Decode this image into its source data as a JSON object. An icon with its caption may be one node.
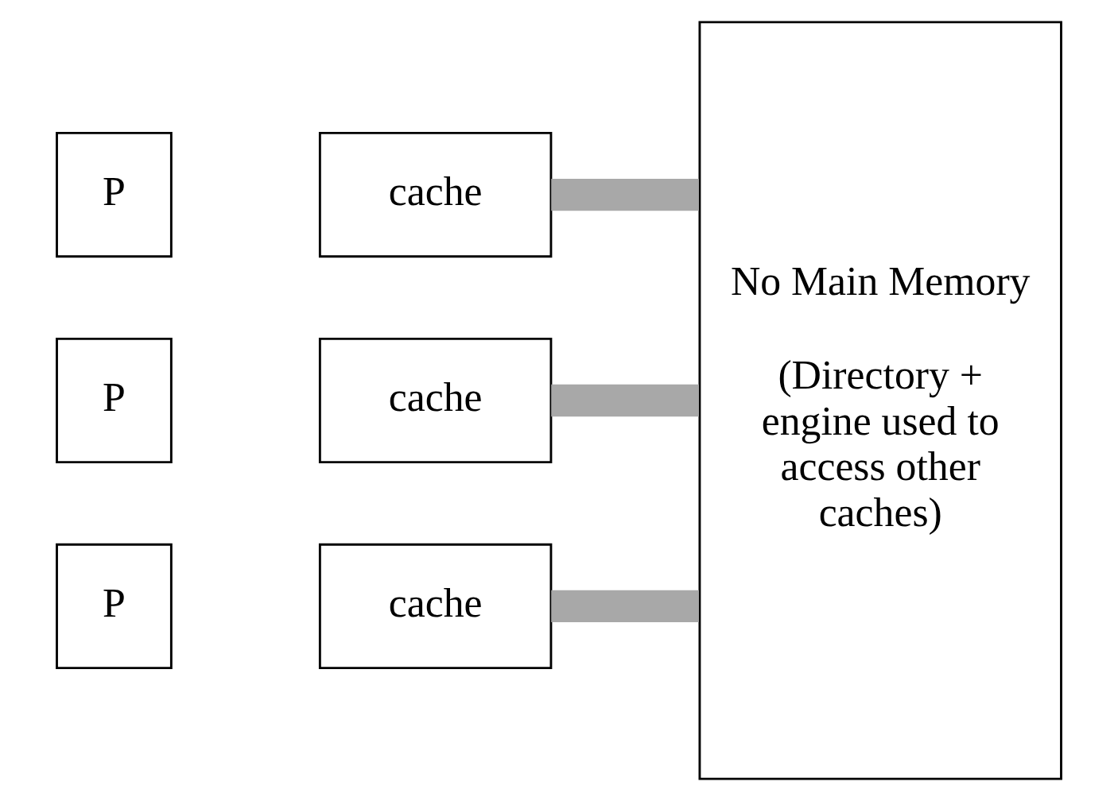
{
  "diagram": {
    "nodes": [
      {
        "text": [
          "P"
        ]
      },
      {
        "text": [
          "cache"
        ]
      },
      {
        "text": [
          "P"
        ]
      },
      {
        "text": [
          "cache"
        ]
      },
      {
        "text": [
          "P"
        ]
      },
      {
        "text": [
          "cache"
        ]
      },
      {
        "text": [
          "No Main Memory",
          "(Directory + engine used to access other caches)"
        ]
      }
    ],
    "edges": [
      {
        "from": 1,
        "to": 6,
        "arrow": "none"
      },
      {
        "from": 3,
        "to": 6,
        "arrow": "none"
      },
      {
        "from": 5,
        "to": 6,
        "arrow": "none"
      }
    ]
  }
}
